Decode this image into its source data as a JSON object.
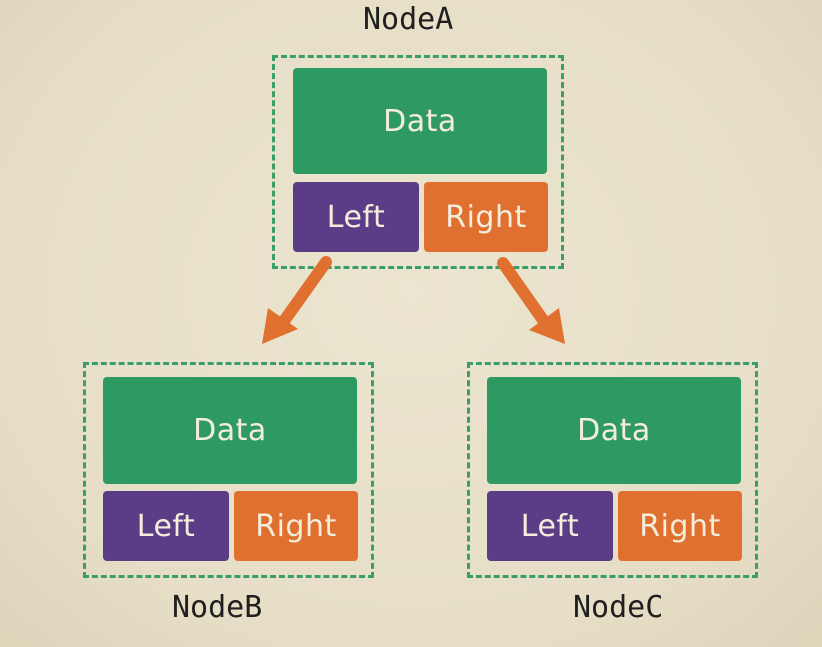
{
  "colors": {
    "background": "#e8e0c9",
    "border": "#3a9e6a",
    "data": "#2e9a62",
    "left": "#5a3d86",
    "right": "#e07030",
    "arrow": "#e07030",
    "text": "#f4eddc",
    "label": "#1f1f1f"
  },
  "nodes": [
    {
      "name": "NodeA",
      "data": "Data",
      "left": "Left",
      "right": "Right"
    },
    {
      "name": "NodeB",
      "data": "Data",
      "left": "Left",
      "right": "Right"
    },
    {
      "name": "NodeC",
      "data": "Data",
      "left": "Left",
      "right": "Right"
    }
  ],
  "edges": [
    {
      "from": "NodeA",
      "to": "NodeB"
    },
    {
      "from": "NodeA",
      "to": "NodeC"
    }
  ]
}
